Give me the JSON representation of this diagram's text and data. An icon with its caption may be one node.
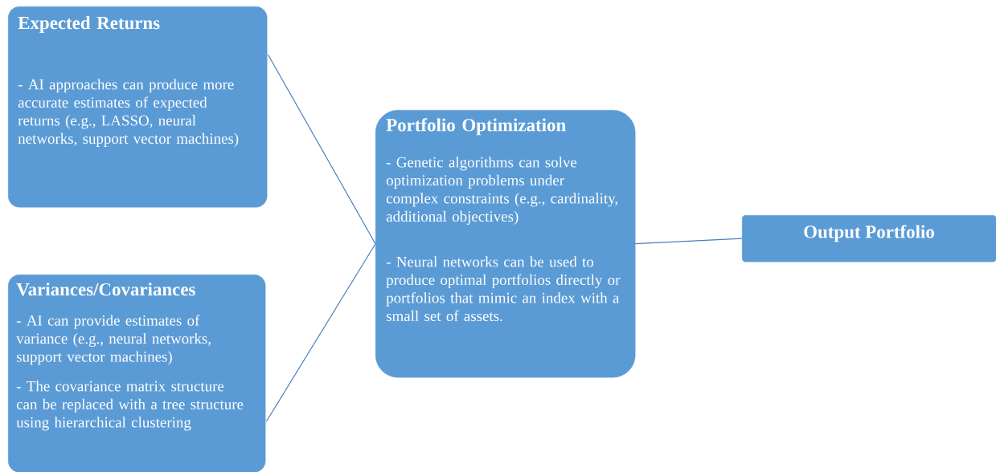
{
  "diagram": {
    "nodes": [
      {
        "text": [
          "Expected Returns",
          "- AI approaches can produce more accurate estimates of expected returns (e.g., LASSO, neural networks, support vector machines)"
        ]
      },
      {
        "text": [
          "Variances/Covariances",
          "- AI can provide estimates of variance (e.g., neural networks, support vector machines)",
          "- The covariance matrix structure can be replaced with a tree structure using hierarchical clustering"
        ]
      },
      {
        "text": [
          "Portfolio Optimization",
          "- Genetic algorithms can solve optimization problems under complex constraints (e.g., cardinality, additional objectives)",
          "- Neural networks can be used to produce optimal portfolios directly or portfolios that mimic an index with a small set of assets."
        ]
      },
      {
        "text": [
          "Output Portfolio"
        ]
      }
    ],
    "edges": [
      {
        "from": 0,
        "to": 2,
        "arrow": "none"
      },
      {
        "from": 1,
        "to": 2,
        "arrow": "none"
      },
      {
        "from": 2,
        "to": 3,
        "arrow": "none"
      }
    ]
  }
}
